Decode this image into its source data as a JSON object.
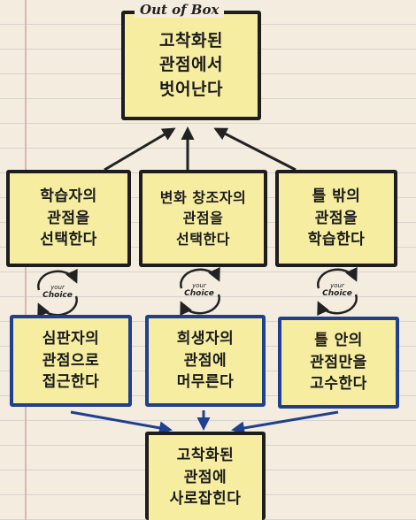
{
  "top_box": {
    "tag": "Out of Box",
    "text": "고착화된\n관점에서\n벗어난다"
  },
  "upper_row": [
    {
      "text": "학습자의\n관점을\n선택한다"
    },
    {
      "text": "변화 창조자의\n관점을\n선택한다"
    },
    {
      "text": "틀 밖의\n관점을\n학습한다"
    }
  ],
  "choice_label": {
    "your": "your",
    "choice": "Choice"
  },
  "lower_row": [
    {
      "text": "심판자의\n관점으로\n접근한다"
    },
    {
      "text": "희생자의\n관점에\n머무른다"
    },
    {
      "text": "틀 안의\n관점만을\n고수한다"
    }
  ],
  "bottom_box": {
    "text": "고착화된\n관점에\n사로잡힌다"
  },
  "colors": {
    "box_fill": "#f6eda0",
    "black_border": "#1d1d1d",
    "blue_border": "#1f3f91",
    "paper": "#f3ecdf"
  }
}
